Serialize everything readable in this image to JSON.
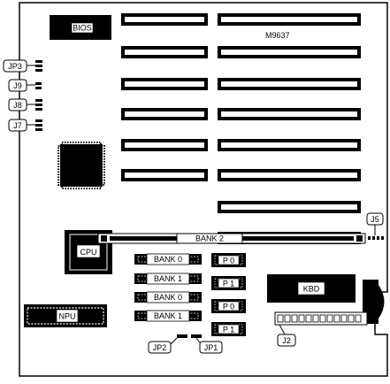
{
  "board": {
    "model": "M9637",
    "bios_label": "BIOS",
    "cpu_label": "CPU",
    "npu_label": "NPU",
    "kbd_label": "KBD",
    "bank_labels": [
      "BANK 0",
      "BANK 1",
      "BANK 0",
      "BANK 1"
    ],
    "bank2_label": "BANK 2",
    "parity_labels": [
      "P 0",
      "P 1",
      "P 0",
      "P 1"
    ],
    "jumpers": {
      "jp3": "JP3",
      "j9": "J9",
      "j8": "J8",
      "j7": "J7",
      "j5": "J5",
      "jp2": "JP2",
      "jp1": "JP1",
      "j2": "J2"
    }
  }
}
